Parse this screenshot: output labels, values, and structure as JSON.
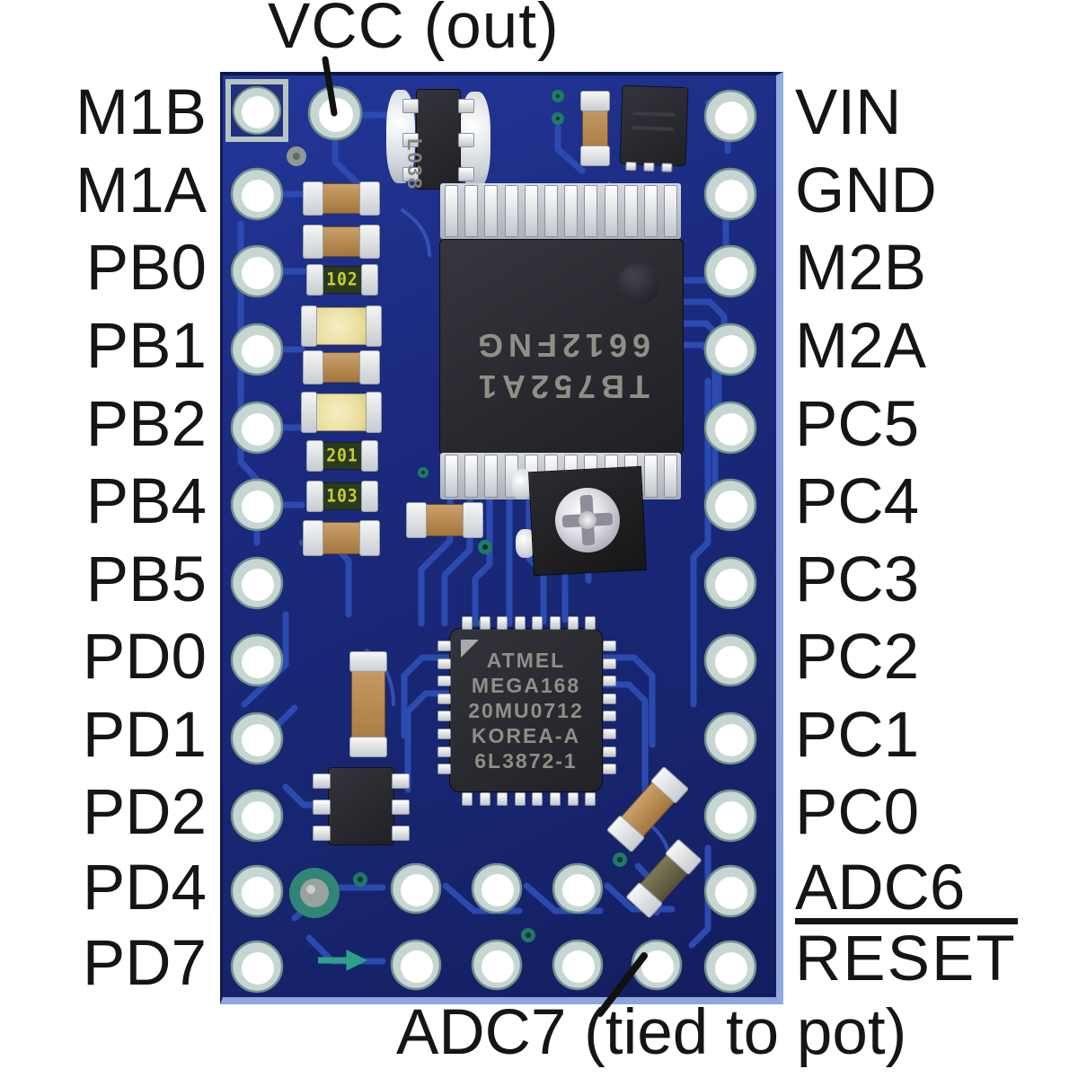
{
  "labels": {
    "top": "VCC (out)",
    "bottom": "ADC7 (tied to pot)",
    "left": [
      "M1B",
      "M1A",
      "PB0",
      "PB1",
      "PB2",
      "PB4",
      "PB5",
      "PD0",
      "PD1",
      "PD2",
      "PD4",
      "PD7"
    ],
    "right": [
      "VIN",
      "GND",
      "M2B",
      "M2A",
      "PC5",
      "PC4",
      "PC3",
      "PC2",
      "PC1",
      "PC0",
      "ADC6",
      "RESET"
    ],
    "reset_has_overline": true
  },
  "chips": {
    "motor_driver": {
      "line1": "TB752A1",
      "line2": "6612FNG",
      "rotated_180": true
    },
    "mcu": {
      "l1": "ATMEL",
      "l2": "MEGA168",
      "l3": "20MU0712",
      "l4": "KOREA-A",
      "l5": "6L3872-1"
    },
    "regulator_marking": "L038"
  },
  "passives": {
    "r1": "102",
    "r2": "201",
    "r3": "103"
  },
  "icons": {
    "silkscreen_arrow": "right-arrow"
  },
  "colors": {
    "board_blue": "#17246d",
    "trace_blue": "#2d4db4",
    "via_teal": "#1e7a6a",
    "label_black": "#151515",
    "chip_body": "#26262b",
    "chip_text": "#8f8f87",
    "capacitor_tan": "#b5854a",
    "led_yellow": "#e9dc9a",
    "resistor_green": "#2a3a20",
    "code_yellow": "#c9cf2a",
    "pad_ring": "#c7d6d2",
    "board_edge_light": "#93a9e2"
  }
}
